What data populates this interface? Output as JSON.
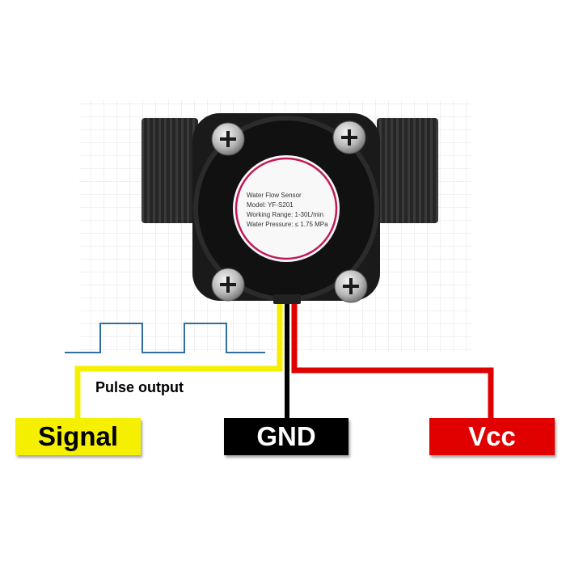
{
  "sensor": {
    "label_lines": [
      "Water Flow Sensor",
      "Model: YF-S201",
      "Working Range: 1-30L/min",
      "Water Pressure: ≤ 1.75 MPa"
    ],
    "body_color": "#1a1a1a",
    "ring_color": "#c2185b"
  },
  "annotations": {
    "pulse_output": "Pulse output"
  },
  "terminals": {
    "signal": {
      "label": "Signal",
      "bg": "#f5f000",
      "text_color": "#000000"
    },
    "gnd": {
      "label": "GND",
      "bg": "#000000",
      "text_color": "#ffffff"
    },
    "vcc": {
      "label": "Vcc",
      "bg": "#e00000",
      "text_color": "#ffffff"
    }
  },
  "wires": {
    "signal_color": "#f5f000",
    "gnd_color": "#000000",
    "vcc_color": "#e00000"
  },
  "pulse_wave_color": "#2e6f9e"
}
